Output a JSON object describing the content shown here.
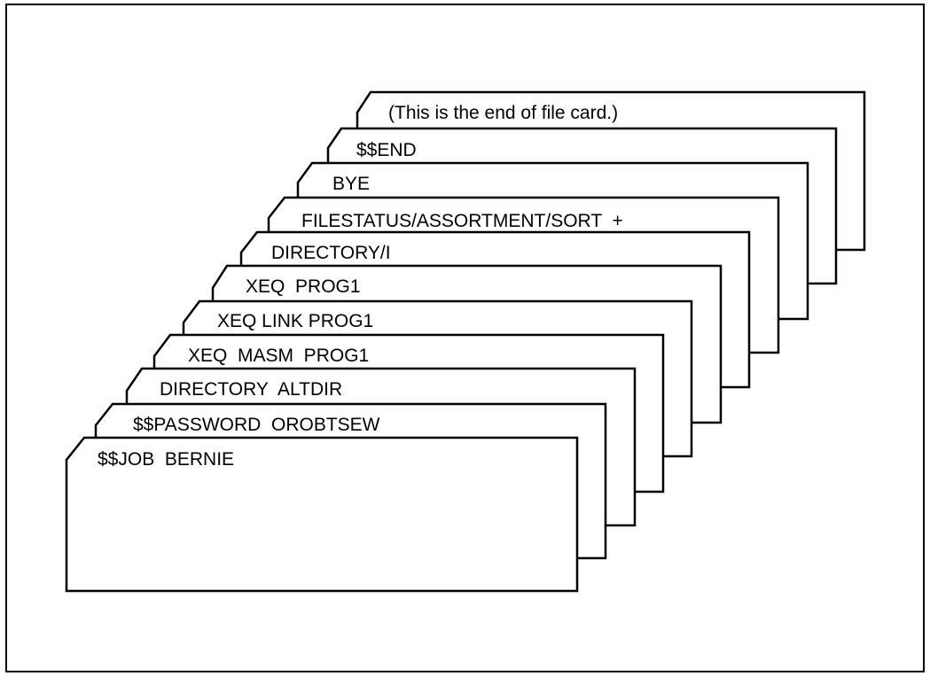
{
  "deck": {
    "cards": [
      {
        "id": "end-of-file",
        "label": "(This is the end of file card.)"
      },
      {
        "id": "end",
        "label": "$$END"
      },
      {
        "id": "bye",
        "label": "BYE"
      },
      {
        "id": "filestatus",
        "label": "FILESTATUS/ASSORTMENT/SORT  +"
      },
      {
        "id": "directory-i",
        "label": "DIRECTORY/I"
      },
      {
        "id": "xeq-prog1",
        "label": "XEQ  PROG1"
      },
      {
        "id": "xeq-link",
        "label": "XEQ LINK PROG1"
      },
      {
        "id": "xeq-masm",
        "label": "XEQ  MASM  PROG1"
      },
      {
        "id": "directory-altdir",
        "label": "DIRECTORY  ALTDIR"
      },
      {
        "id": "password",
        "label": "$$PASSWORD  OROBTSEW"
      },
      {
        "id": "job",
        "label": "$$JOB  BERNIE"
      }
    ]
  }
}
